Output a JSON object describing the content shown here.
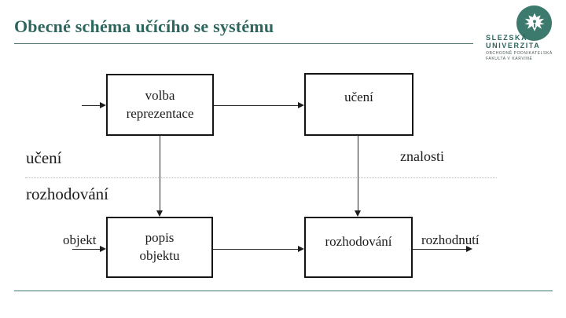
{
  "slide": {
    "title": "Obecné schéma učícího se systému",
    "colors": {
      "accent_teal": "#2d665e",
      "divider_teal": "#55817a",
      "bottom_rule_teal": "#3f7570",
      "box_border": "#151515",
      "diagram_text": "#1c1c1c",
      "dotted_separator": "#b9b9b9",
      "emblem_background": "#3d7a6e"
    }
  },
  "logo": {
    "emblem_icon": "eagle-emblem",
    "university_line1": "SLEZSKÁ",
    "university_line2": "UNIVERZITA",
    "faculty_line1": "OBCHODNĚ PODNIKATELSKÁ",
    "faculty_line2": "FAKULTA V KARVINÉ"
  },
  "diagram": {
    "boxes": {
      "volba": {
        "line1": "volba",
        "line2": "reprezentace"
      },
      "uceni": {
        "label": "učení"
      },
      "popis": {
        "line1": "popis",
        "line2": "objektu"
      },
      "rozhodovani": {
        "label": "rozhodování"
      }
    },
    "labels": {
      "zone_top": "učení",
      "zone_bottom": "rozhodování",
      "znalosti": "znalosti",
      "objekt": "objekt",
      "rozhodnuti": "rozhodnutí"
    }
  }
}
